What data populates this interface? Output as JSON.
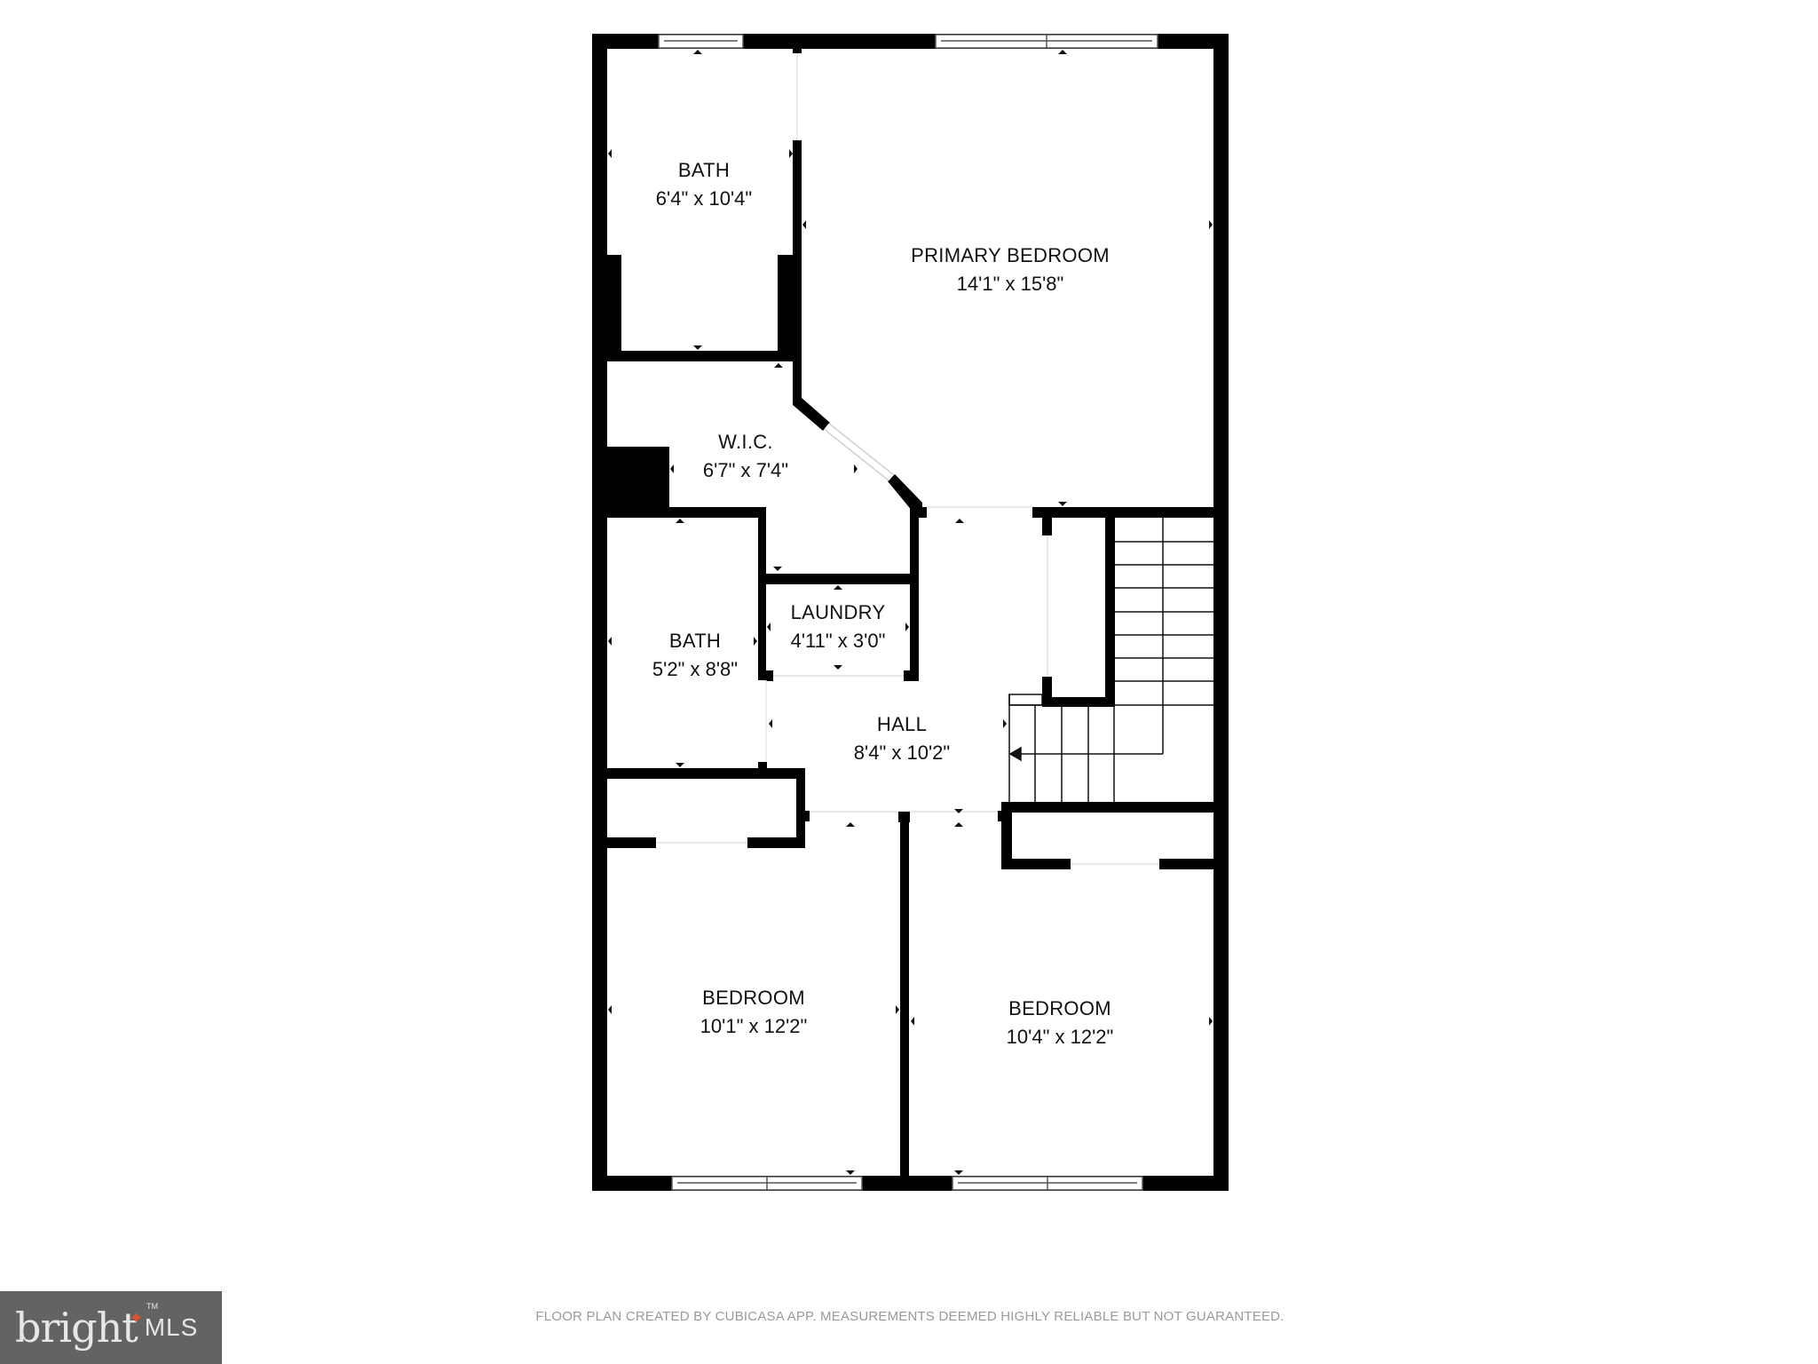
{
  "floorplan": {
    "rooms": [
      {
        "id": "bath-1",
        "name": "BATH",
        "dims": "6'4\" x 10'4\""
      },
      {
        "id": "primary-bedroom",
        "name": "PRIMARY BEDROOM",
        "dims": "14'1\" x 15'8\""
      },
      {
        "id": "wic",
        "name": "W.I.C.",
        "dims": "6'7\" x 7'4\""
      },
      {
        "id": "laundry",
        "name": "LAUNDRY",
        "dims": "4'11\" x 3'0\""
      },
      {
        "id": "bath-2",
        "name": "BATH",
        "dims": "5'2\" x 8'8\""
      },
      {
        "id": "hall",
        "name": "HALL",
        "dims": "8'4\" x 10'2\""
      },
      {
        "id": "bedroom-1",
        "name": "BEDROOM",
        "dims": "10'1\" x 12'2\""
      },
      {
        "id": "bedroom-2",
        "name": "BEDROOM",
        "dims": "10'4\" x 12'2\""
      }
    ],
    "wall_color": "#000000",
    "background_color": "#ffffff"
  },
  "footer": {
    "disclaimer": "FLOOR PLAN CREATED BY CUBICASA APP. MEASUREMENTS DEEMED HIGHLY RELIABLE BUT NOT GUARANTEED."
  },
  "logo": {
    "brand": "bright",
    "suffix": "MLS",
    "trademark": "TM",
    "background_color": "#636363",
    "accent_color": "#e2502c"
  }
}
